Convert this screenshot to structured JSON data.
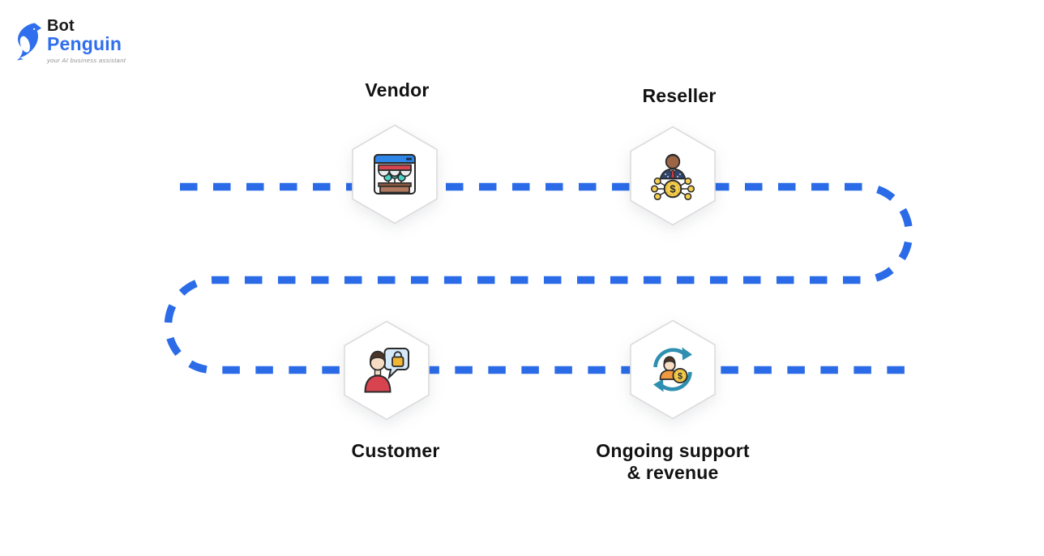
{
  "logo": {
    "brand_top": "Bot",
    "brand_bottom": "Penguin",
    "tagline": "your AI business assistant"
  },
  "flow": {
    "nodes": [
      {
        "id": "vendor",
        "label": "Vendor",
        "icon": "storefront-icon"
      },
      {
        "id": "reseller",
        "label": "Reseller",
        "icon": "reseller-network-icon"
      },
      {
        "id": "customer",
        "label": "Customer",
        "icon": "customer-purchase-icon"
      },
      {
        "id": "ongoing-support",
        "label_line1": "Ongoing support",
        "label_line2": "& revenue",
        "icon": "support-revenue-cycle-icon"
      }
    ],
    "coin_symbol": "$"
  },
  "palette": {
    "path_blue": "#2B6BE8",
    "brand_blue": "#2F6FED",
    "hexagon_fill": "#ffffff",
    "hexagon_border": "#dcdcdc",
    "label_color": "#121212"
  }
}
